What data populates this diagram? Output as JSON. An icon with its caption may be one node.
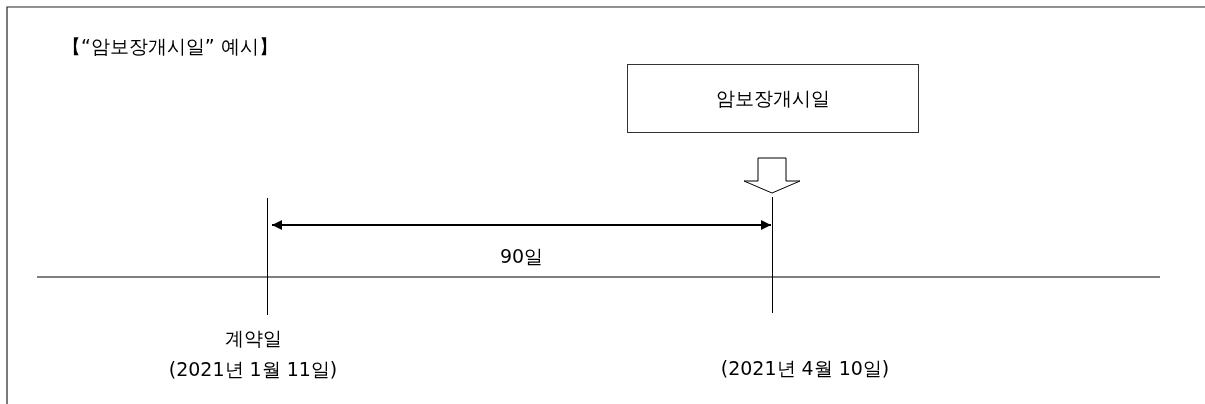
{
  "diagram": {
    "title": "【“암보장개시일” 예시】",
    "nodes": [
      {
        "text": [
          "암보장개시일"
        ]
      },
      {
        "text": [],
        "shape": "bar",
        "beside": [
          "계약일",
          "(2021년 1월 11일)"
        ]
      },
      {
        "text": [],
        "shape": "bar",
        "beside": [
          "(2021년 4월 10일)"
        ]
      }
    ],
    "edges": [
      {
        "from": 0,
        "to": 2,
        "arrow": "to",
        "style": "thick"
      },
      {
        "from": 1,
        "to": 2,
        "arrow": "both",
        "label": "90일"
      }
    ]
  }
}
